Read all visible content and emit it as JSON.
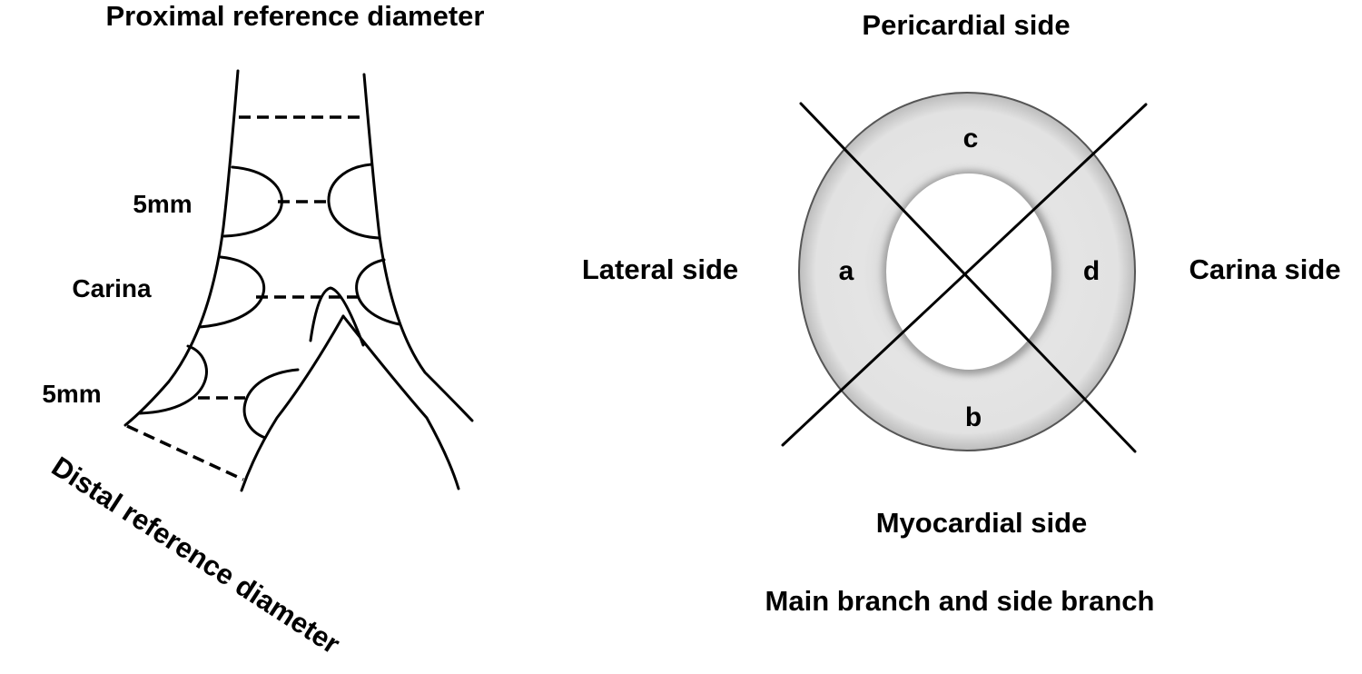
{
  "left_panel": {
    "title": "Proximal reference diameter",
    "label_5mm_upper": "5mm",
    "label_carina": "Carina",
    "label_5mm_lower": "5mm",
    "bottom_label": "Distal reference diameter"
  },
  "right_panel": {
    "top_label": "Pericardial side",
    "left_label": "Lateral side",
    "right_label": "Carina side",
    "bottom_label": "Myocardial side",
    "caption": "Main branch and side branch",
    "segments": {
      "a": "a",
      "b": "b",
      "c": "c",
      "d": "d"
    }
  },
  "colors": {
    "ring_fill": "#e3e3e3",
    "stroke": "#000000"
  }
}
